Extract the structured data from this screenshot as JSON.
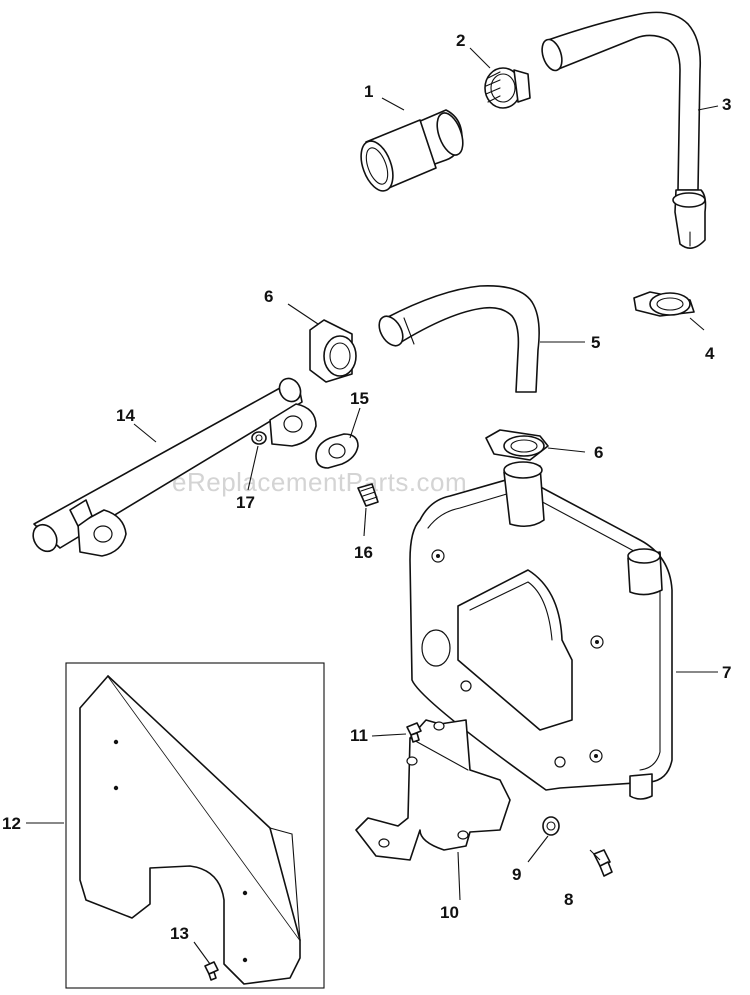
{
  "watermark": "eReplacementParts.com",
  "callouts": {
    "c1": "1",
    "c2": "2",
    "c3": "3",
    "c4": "4",
    "c5": "5",
    "c6a": "6",
    "c6b": "6",
    "c7": "7",
    "c8": "8",
    "c9": "9",
    "c10": "10",
    "c11": "11",
    "c12": "12",
    "c13": "13",
    "c14": "14",
    "c15": "15",
    "c16": "16",
    "c17": "17"
  }
}
